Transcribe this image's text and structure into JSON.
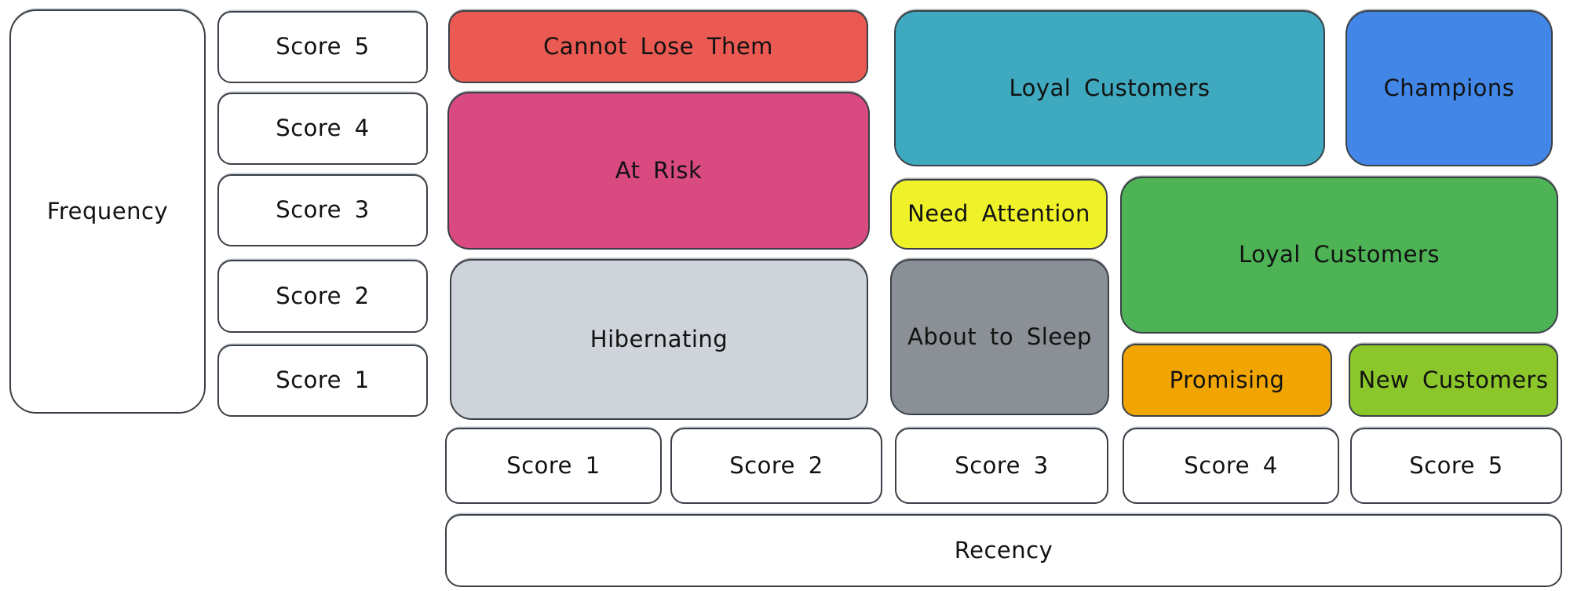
{
  "axes": {
    "frequency": {
      "label": "Frequency",
      "scores": [
        "Score 5",
        "Score 4",
        "Score 3",
        "Score 2",
        "Score 1"
      ]
    },
    "recency": {
      "label": "Recency",
      "scores": [
        "Score 1",
        "Score 2",
        "Score 3",
        "Score 4",
        "Score 5"
      ]
    }
  },
  "segments": {
    "cannot_lose_them": {
      "label": "Cannot Lose Them",
      "color": "#ea5a52"
    },
    "at_risk": {
      "label": "At Risk",
      "color": "#d84a80"
    },
    "hibernating": {
      "label": "Hibernating",
      "color": "#cfd3da"
    },
    "loyal_customers_top": {
      "label": "Loyal Customers",
      "color": "#3fa9bf"
    },
    "champions": {
      "label": "Champions",
      "color": "#4287e8"
    },
    "need_attention": {
      "label": "Need Attention",
      "color": "#eff229"
    },
    "about_to_sleep": {
      "label": "About to Sleep",
      "color": "#8a9096"
    },
    "loyal_customers_mid": {
      "label": "Loyal Customers",
      "color": "#4db355"
    },
    "promising": {
      "label": "Promising",
      "color": "#f0a502"
    },
    "new_customers": {
      "label": "New Customers",
      "color": "#8bc72a"
    }
  },
  "style_colors": {
    "stroke": "#3a4047",
    "canvas_background": "#ffffff",
    "text": "#121212"
  }
}
